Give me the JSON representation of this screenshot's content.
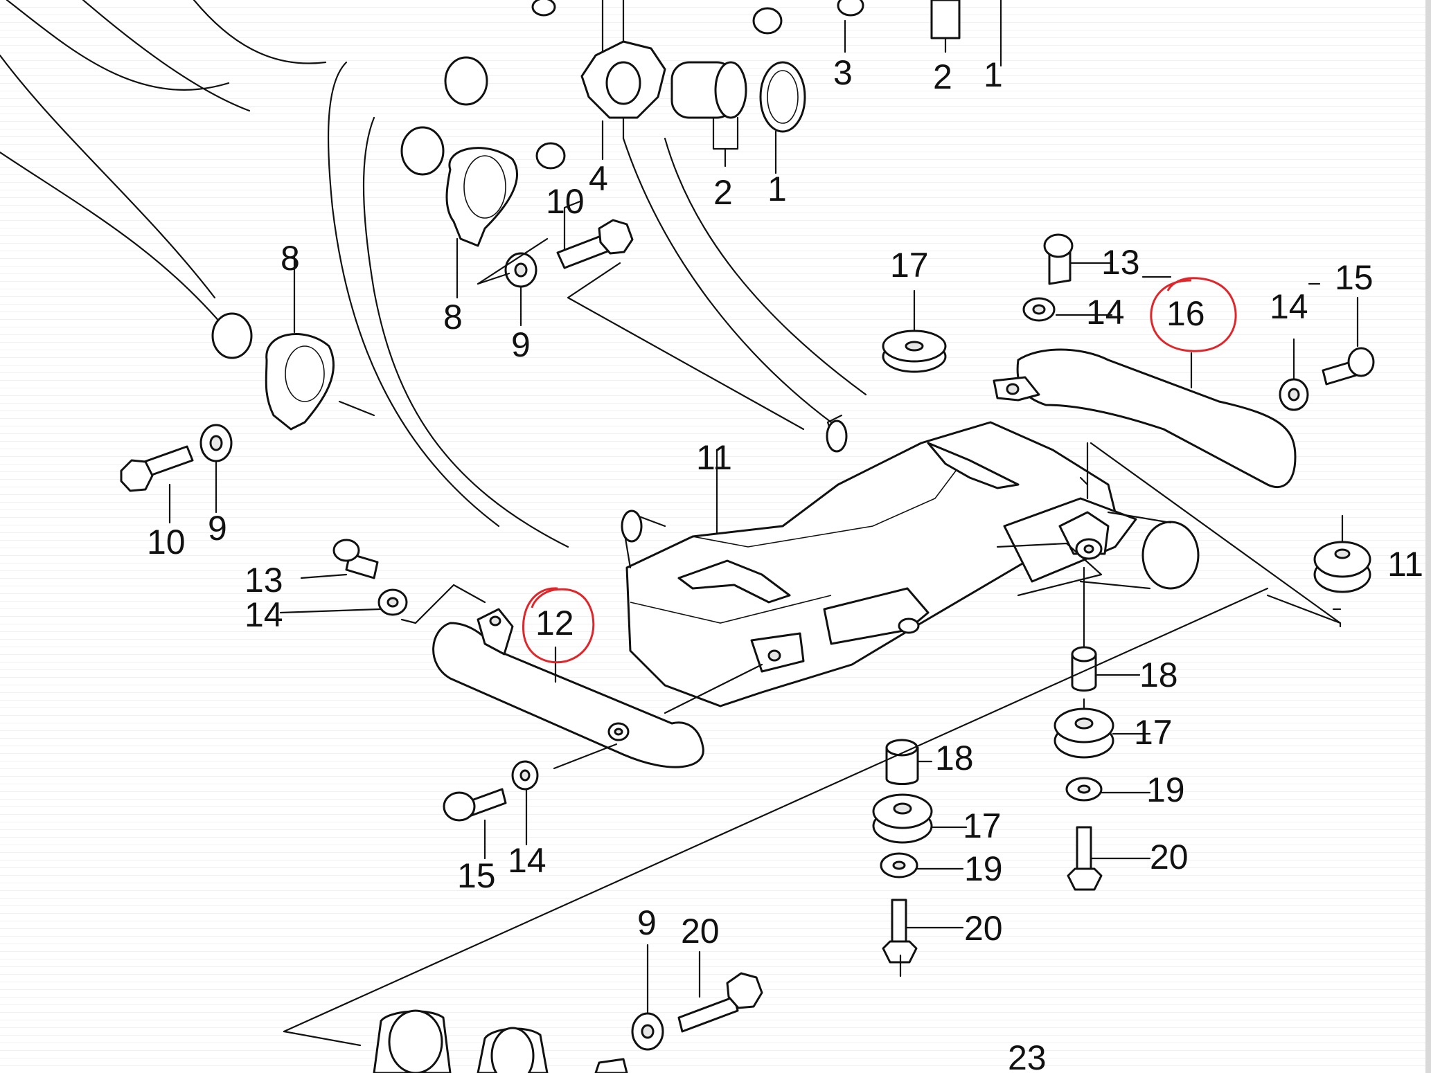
{
  "diagram": {
    "labels": {
      "l_1a": "1",
      "l_1b": "1",
      "l_2a": "2",
      "l_2b": "2",
      "l_3": "3",
      "l_4": "4",
      "l_8a": "8",
      "l_8b": "8",
      "l_9a": "9",
      "l_9b": "9",
      "l_9c": "9",
      "l_10a": "10",
      "l_10b": "10",
      "l_11": "11",
      "l_11b": "11",
      "l_12": "12",
      "l_13a": "13",
      "l_13b": "13",
      "l_14a": "14",
      "l_14b": "14",
      "l_14c": "14",
      "l_14d": "14",
      "l_15a": "15",
      "l_15b": "15",
      "l_16": "16",
      "l_17a": "17",
      "l_17b": "17",
      "l_17c": "17",
      "l_18a": "18",
      "l_18b": "18",
      "l_19a": "19",
      "l_19b": "19",
      "l_20a": "20",
      "l_20b": "20",
      "l_20c": "20",
      "l_23": "23"
    },
    "highlighted": [
      "12",
      "16"
    ],
    "highlight_color": "#e0262a"
  }
}
